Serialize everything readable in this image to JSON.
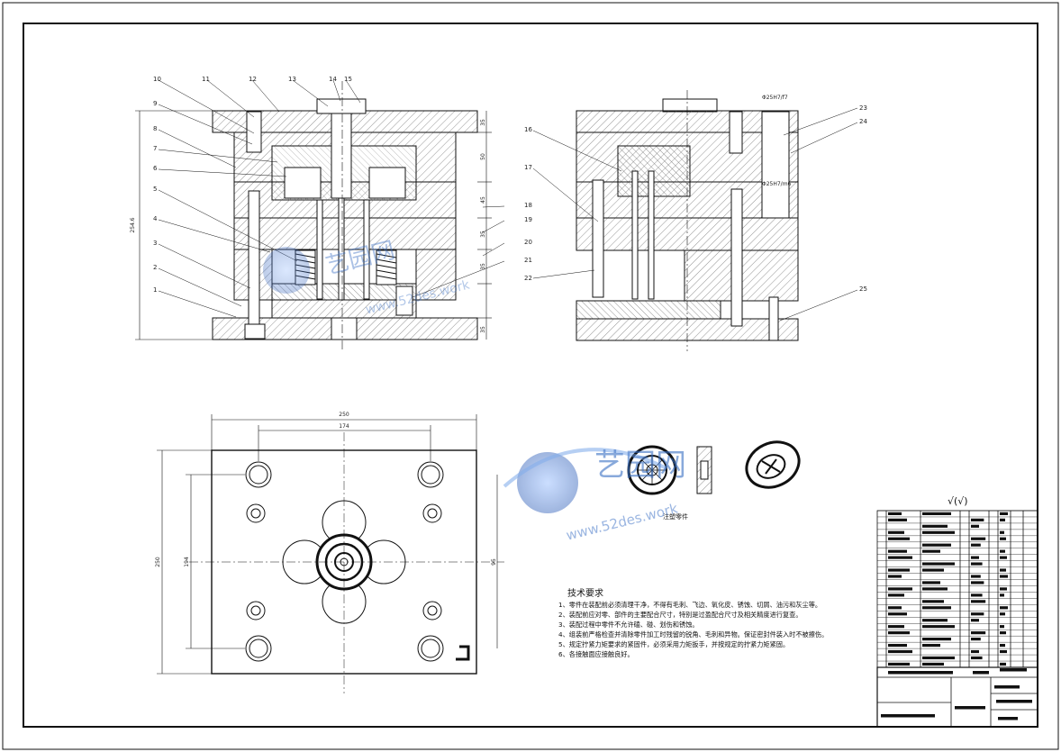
{
  "side_view_labels": [
    "1",
    "2",
    "3",
    "4",
    "5",
    "6",
    "7",
    "8",
    "9",
    "10",
    "11",
    "12",
    "13",
    "14",
    "15"
  ],
  "end_view_labels": [
    "16",
    "17",
    "18",
    "19",
    "20",
    "21",
    "22",
    "23",
    "24",
    "25"
  ],
  "dimensions": {
    "overall_height": "254.6",
    "plan_width": "250",
    "plan_pitch_width": "174",
    "plan_height": "250",
    "plan_pitch_height": "194",
    "plan_inner": "95",
    "stack": [
      "35",
      "50",
      "45",
      "35",
      "35",
      "35"
    ]
  },
  "fit_labels": {
    "top": "Φ25H7/f7",
    "mid": "Φ25H7/m6"
  },
  "part_caption": "注塑零件",
  "watermark": {
    "cn": "艺园网",
    "url": "www.52des.work"
  },
  "tech_req": {
    "title": "技术要求",
    "lines": [
      "1、零件在装配前必须清理干净，不得有毛刺、飞边、氧化皮、锈蚀、切屑、油污和灰尘等。",
      "2、装配前应对零、部件的主要配合尺寸，特别是过盈配合尺寸及相关精度进行复查。",
      "3、装配过程中零件不允许磕、碰、划伤和锈蚀。",
      "4、组装前严格检查并清除零件加工时残留的锐角、毛刺和异物。保证密封件装入时不被擦伤。",
      "5、规定拧紧力矩要求的紧固件，必须采用力矩扳手，并按规定的拧紧力矩紧固。",
      "6、各接触面应接触良好。"
    ]
  },
  "roughness_mark": "√(√)",
  "colors": {
    "line": "#111111",
    "hatch": "#555555",
    "watermark": "#3a6fc4"
  }
}
